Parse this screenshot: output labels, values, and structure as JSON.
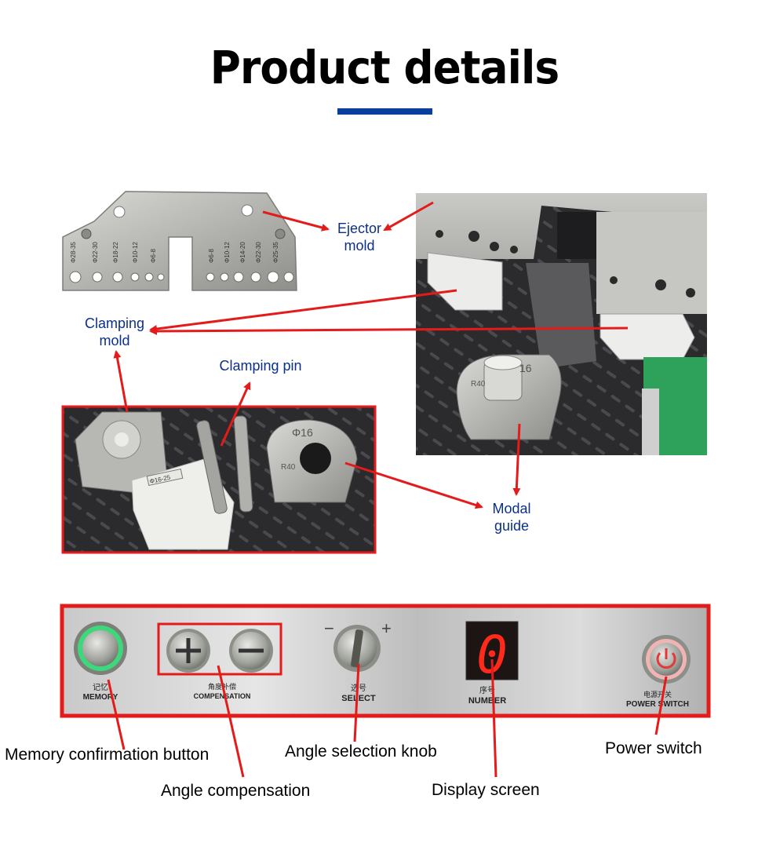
{
  "page_title": "Product details",
  "colors": {
    "title_underline": "#0a3e9e",
    "callout_text": "#0b2f8a",
    "arrow": "#e41b1b",
    "panel_border": "#e41b1b"
  },
  "callouts": {
    "ejector_mold": "Ejector mold",
    "clamping_mold": "Clamping mold",
    "clamping_pin": "Clamping pin",
    "modal_guide": "Modal guide"
  },
  "photo_markings": {
    "guide_size": "Φ16",
    "guide_radius": "R40",
    "guide_size_right": "16",
    "guide_radius_right": "R40",
    "clamp_label": "Φ16-25",
    "plate_ticks_left": [
      "Φ28-35",
      "Φ22-30",
      "Φ18-22",
      "Φ10-12",
      "Φ6-8"
    ],
    "plate_ticks_right": [
      "Φ6-8",
      "Φ10-12",
      "Φ14-20",
      "Φ22-30",
      "Φ25-35"
    ]
  },
  "control_panel": {
    "memory_label_cn": "记忆",
    "memory_label": "MEMORY",
    "compensation_label_cn": "角度补偿",
    "compensation_label": "COMPENSATION",
    "select_label_cn": "选号",
    "select_label": "SELECT",
    "number_label_cn": "序号",
    "number_label": "NUMBER",
    "power_label_cn": "电源开关",
    "power_label": "POWER SWITCH",
    "display_value": "0",
    "knob_minus": "−",
    "knob_plus": "+"
  },
  "bottom_labels": {
    "memory_button": "Memory confirmation button",
    "angle_knob": "Angle selection knob",
    "power_switch": "Power switch",
    "angle_compensation": "Angle compensation",
    "display_screen": "Display screen"
  }
}
